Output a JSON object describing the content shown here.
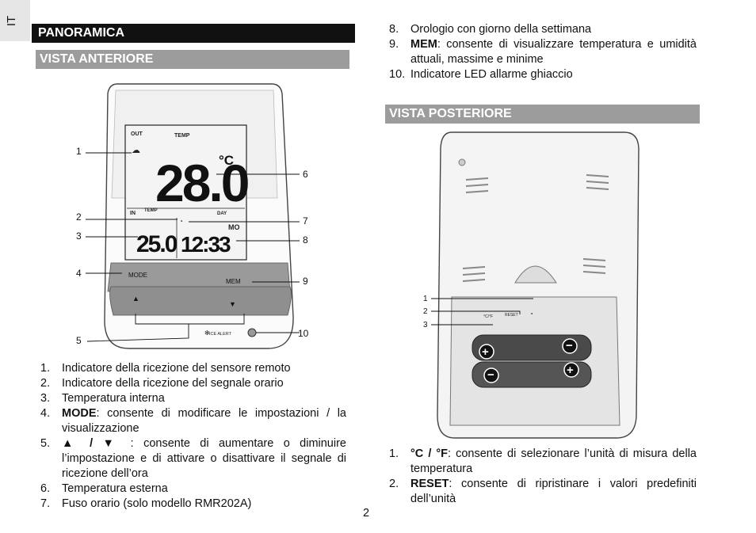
{
  "lang_tab": "IT",
  "headings": {
    "overview": "PANORAMICA",
    "front_view": "VISTA ANTERIORE",
    "back_view": "VISTA POSTERIORE"
  },
  "device_front": {
    "lcd_out": "OUT",
    "lcd_temp": "TEMP",
    "lcd_in": "IN",
    "lcd_in_temp": "TEMP",
    "lcd_weekday": "DAY",
    "lcd_outdoor_temp": "28.0",
    "lcd_unit": "°C",
    "lcd_indoor_temp": "25.0",
    "lcd_clock": "12:33",
    "lcd_day": "MO",
    "btn_mode": "MODE",
    "btn_mem": "MEM",
    "ice_alert": "ICE ALERT",
    "callouts": [
      "1",
      "2",
      "3",
      "4",
      "5",
      "6",
      "7",
      "8",
      "9",
      "10"
    ]
  },
  "device_back": {
    "label_unit": "°C/°F",
    "label_reset": "RESET",
    "callouts": [
      "1",
      "2",
      "3"
    ]
  },
  "left_list": [
    {
      "num": "1.",
      "bold": "",
      "text": "Indicatore della ricezione del sensore remoto"
    },
    {
      "num": "2.",
      "bold": "",
      "text": "Indicatore della ricezione del segnale orario"
    },
    {
      "num": "3.",
      "bold": "",
      "text": "Temperatura interna"
    },
    {
      "num": "4.",
      "bold": "MODE",
      "text": ": consente di modificare le impostazioni / la visualizzazione"
    },
    {
      "num": "5.",
      "bold": "▲ / ▼",
      "text": " : consente di aumentare o diminuire l’impostazione e di attivare o disattivare il segnale di ricezione dell’ora"
    },
    {
      "num": "6.",
      "bold": "",
      "text": "Temperatura esterna"
    },
    {
      "num": "7.",
      "bold": "",
      "text": "Fuso orario (solo modello RMR202A)"
    }
  ],
  "right_list_top": [
    {
      "num": "8.",
      "bold": "",
      "text": "Orologio con giorno della settimana"
    },
    {
      "num": "9.",
      "bold": "MEM",
      "text": ": consente di visualizzare temperatura e umidità attuali, massime e minime"
    },
    {
      "num": "10.",
      "bold": "",
      "text": "Indicatore LED allarme ghiaccio"
    }
  ],
  "right_list_bottom": [
    {
      "num": "1.",
      "bold": "°C / °F",
      "text": ": consente di selezionare l’unità di misura della temperatura"
    },
    {
      "num": "2.",
      "bold": "RESET",
      "text": ": consente di ripristinare i valori predefiniti dell’unità"
    }
  ],
  "page_number": "2"
}
